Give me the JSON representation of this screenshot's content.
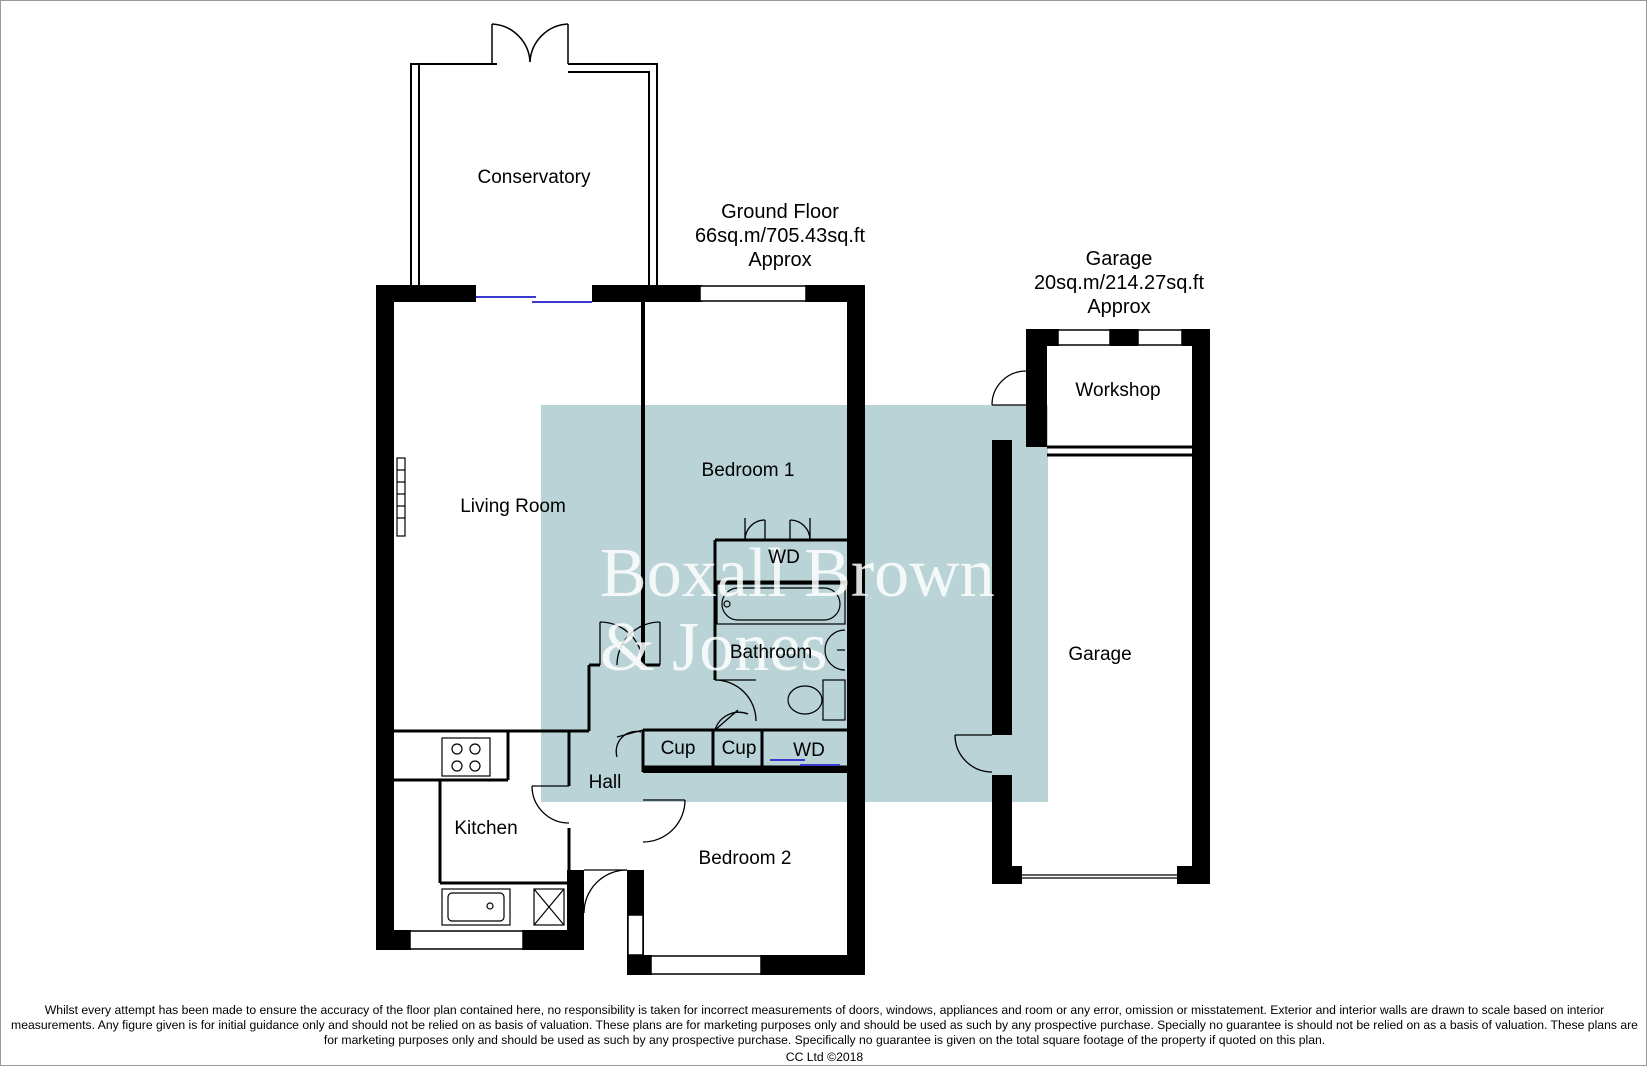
{
  "ground_floor": {
    "title": "Ground Floor",
    "area": "66sq.m/705.43sq.ft",
    "approx": "Approx"
  },
  "garage_block": {
    "title": "Garage",
    "area": "20sq.m/214.27sq.ft",
    "approx": "Approx"
  },
  "rooms": {
    "conservatory": "Conservatory",
    "living_room": "Living Room",
    "bedroom1": "Bedroom 1",
    "wd_upper": "WD",
    "bathroom": "Bathroom",
    "cup1": "Cup",
    "cup2": "Cup",
    "wd_lower": "WD",
    "hall": "Hall",
    "kitchen": "Kitchen",
    "bedroom2": "Bedroom 2",
    "workshop": "Workshop",
    "garage": "Garage"
  },
  "watermark": {
    "line1": "Boxall Brown",
    "line2": "& Jones",
    "overlay_color": "#b9d3d6"
  },
  "disclaimer": "Whilst every attempt has been made to ensure the accuracy of the floor plan contained here, no responsibility is taken for incorrect measurements of doors, windows, appliances and room or any error, omission or misstatement. Exterior and interior walls are drawn to scale based on interior measurements. Any figure given is for initial guidance only and should not be relied on as basis of valuation. These plans are for marketing purposes only and should be used as such by any prospective purchase. Specially no guarantee is should not be relied on as a basis of valuation. These plans are for marketing purposes only and should be used as such by any prospective purchase. Specifically no guarantee is given on the total square footage of the property if quoted on this plan.",
  "copyright": "CC Ltd ©2018",
  "colors": {
    "wall": "#000000",
    "window_glass": "#3a3ad0",
    "watermark_box": "#b9d3d6"
  }
}
